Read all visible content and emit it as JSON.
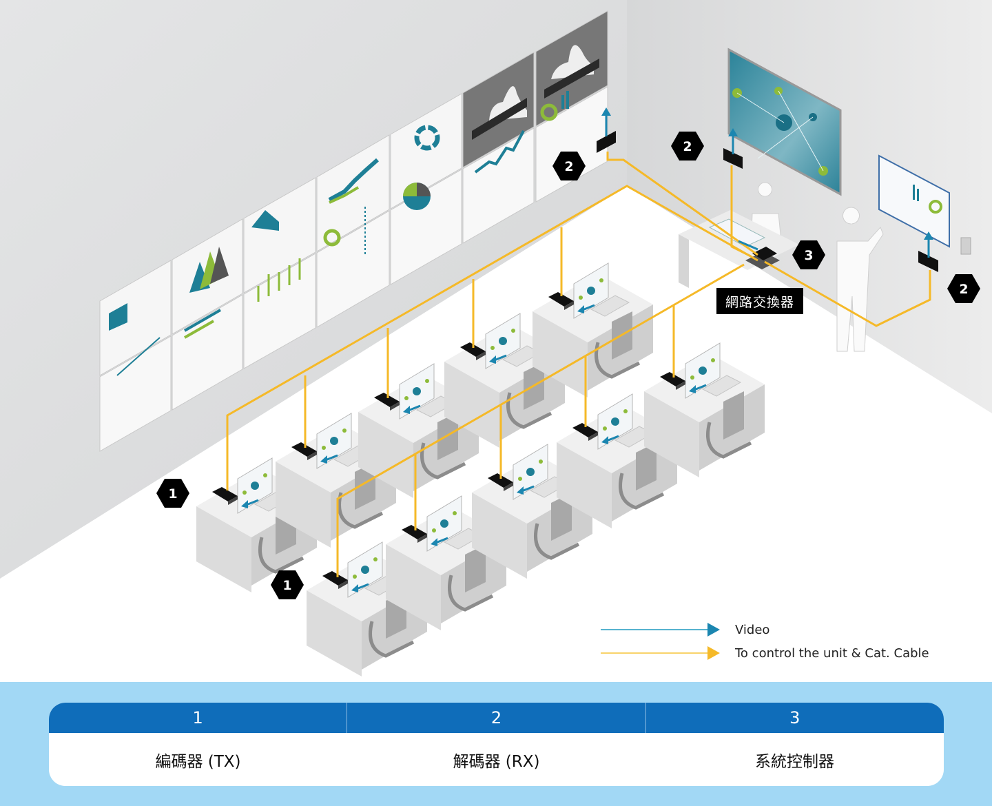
{
  "diagram": {
    "switch_label": "網路交換器",
    "badges": {
      "encoder": "1",
      "decoder": "2",
      "controller": "3"
    }
  },
  "legend": {
    "items": [
      {
        "label": "Video",
        "color": "#1b86b0"
      },
      {
        "label": "To control the unit & Cat. Cable",
        "color": "#f5b928"
      }
    ]
  },
  "table": {
    "headers": [
      "1",
      "2",
      "3"
    ],
    "cells": [
      "編碼器 (TX)",
      "解碼器 (RX)",
      "系統控制器"
    ]
  },
  "colors": {
    "accent_blue": "#0f6dba",
    "panel_bg": "#a2d8f5",
    "cable": "#f5b928",
    "video": "#1b86b0",
    "screen_teal": "#1e7f96",
    "screen_green": "#8dbb3a"
  }
}
